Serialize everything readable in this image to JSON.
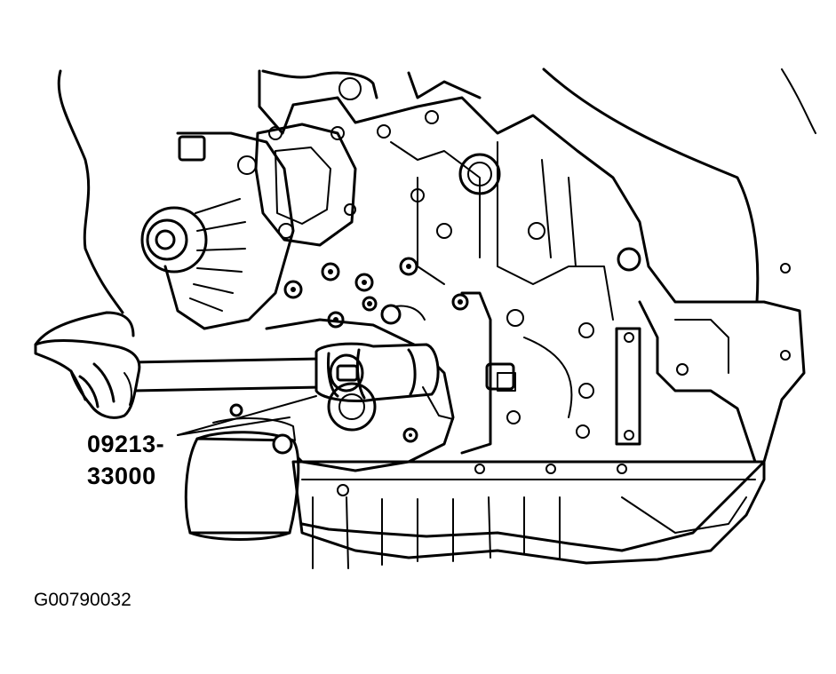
{
  "callout": {
    "tool_number_line1": "09213-",
    "tool_number_line2": "33000"
  },
  "figure_id": "G00790032"
}
